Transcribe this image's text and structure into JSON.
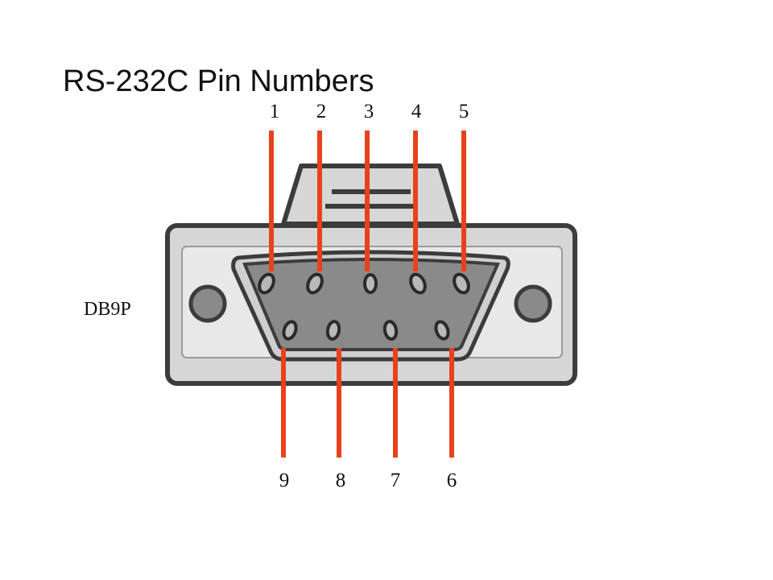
{
  "title": "RS-232C Pin Numbers",
  "connector_label": "DB9P",
  "top_pins": [
    "1",
    "2",
    "3",
    "4",
    "5"
  ],
  "bottom_pins": [
    "9",
    "8",
    "7",
    "6"
  ],
  "colors": {
    "lead": "#e8421c",
    "shell_light": "#d6d6d6",
    "shell_dark": "#3c3c3c",
    "face": "#8a8a8a",
    "text": "#111111"
  }
}
